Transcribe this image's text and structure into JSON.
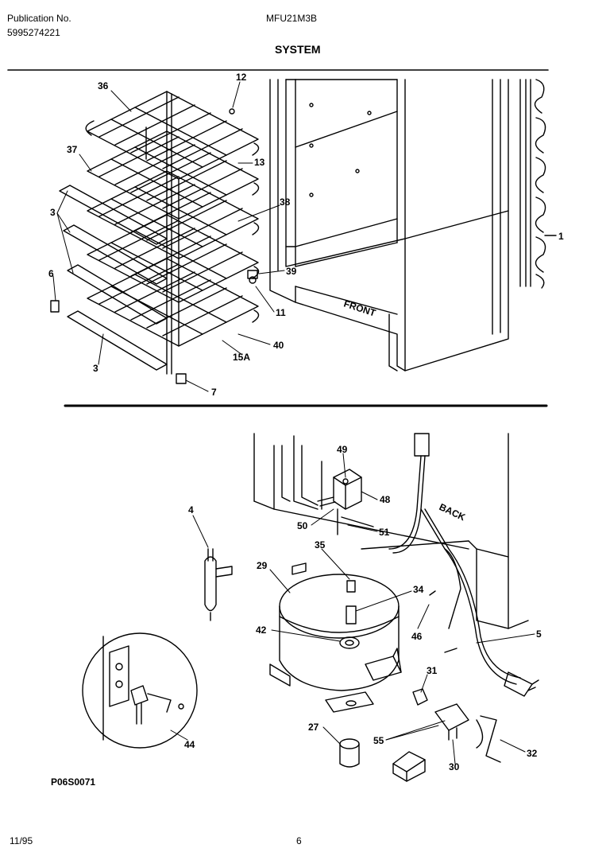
{
  "header": {
    "publication_label": "Publication No.",
    "publication_number": "5995274221",
    "model": "MFU21M3B",
    "title": "SYSTEM"
  },
  "top_section": {
    "front_label": "FRONT",
    "callouts": [
      "36",
      "12",
      "37",
      "13",
      "38",
      "3",
      "1",
      "6",
      "39",
      "11",
      "40",
      "15A",
      "3",
      "7"
    ]
  },
  "bottom_section": {
    "back_label": "BACK",
    "callouts": [
      "49",
      "48",
      "50",
      "51",
      "4",
      "35",
      "29",
      "34",
      "42",
      "46",
      "5",
      "31",
      "27",
      "55",
      "30",
      "32",
      "44"
    ]
  },
  "footer": {
    "drawing_id": "P06S0071",
    "date": "11/95",
    "page": "6"
  }
}
